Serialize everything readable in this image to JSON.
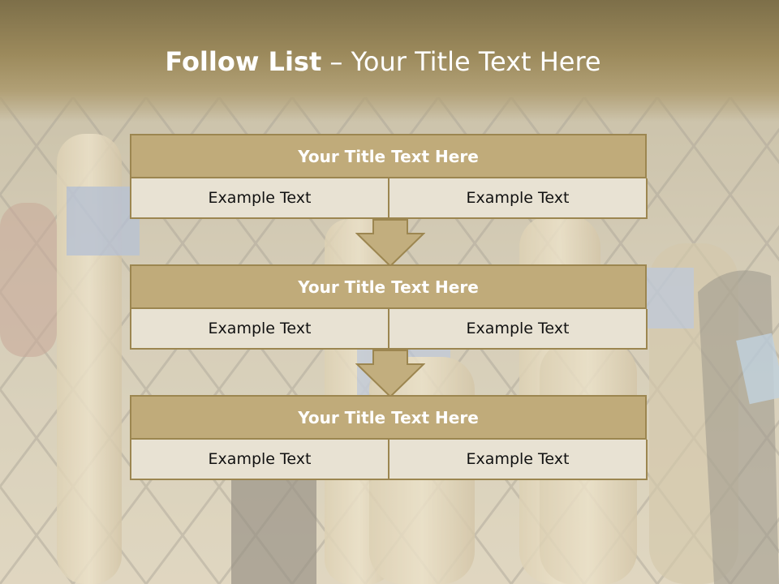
{
  "slide": {
    "title_bold": "Follow List",
    "title_rest": " – Your Title Text Here"
  },
  "blocks": [
    {
      "header": "Your Title Text Here",
      "left_text": "Example Text",
      "right_text": "Example Text"
    },
    {
      "header": "Your Title Text Here",
      "left_text": "Example Text",
      "right_text": "Example Text"
    },
    {
      "header": "Your Title Text Here",
      "left_text": "Example Text",
      "right_text": "Example Text"
    }
  ],
  "colors": {
    "title_band": "#8c7c52",
    "header_fill": "#c0ab7a",
    "cell_fill": "#e8e2d3",
    "border": "#9c8650",
    "arrow_fill": "#c2ae7e"
  },
  "icons": {
    "arrow": "down-arrow-icon",
    "background": "baseball-bats-photo"
  }
}
